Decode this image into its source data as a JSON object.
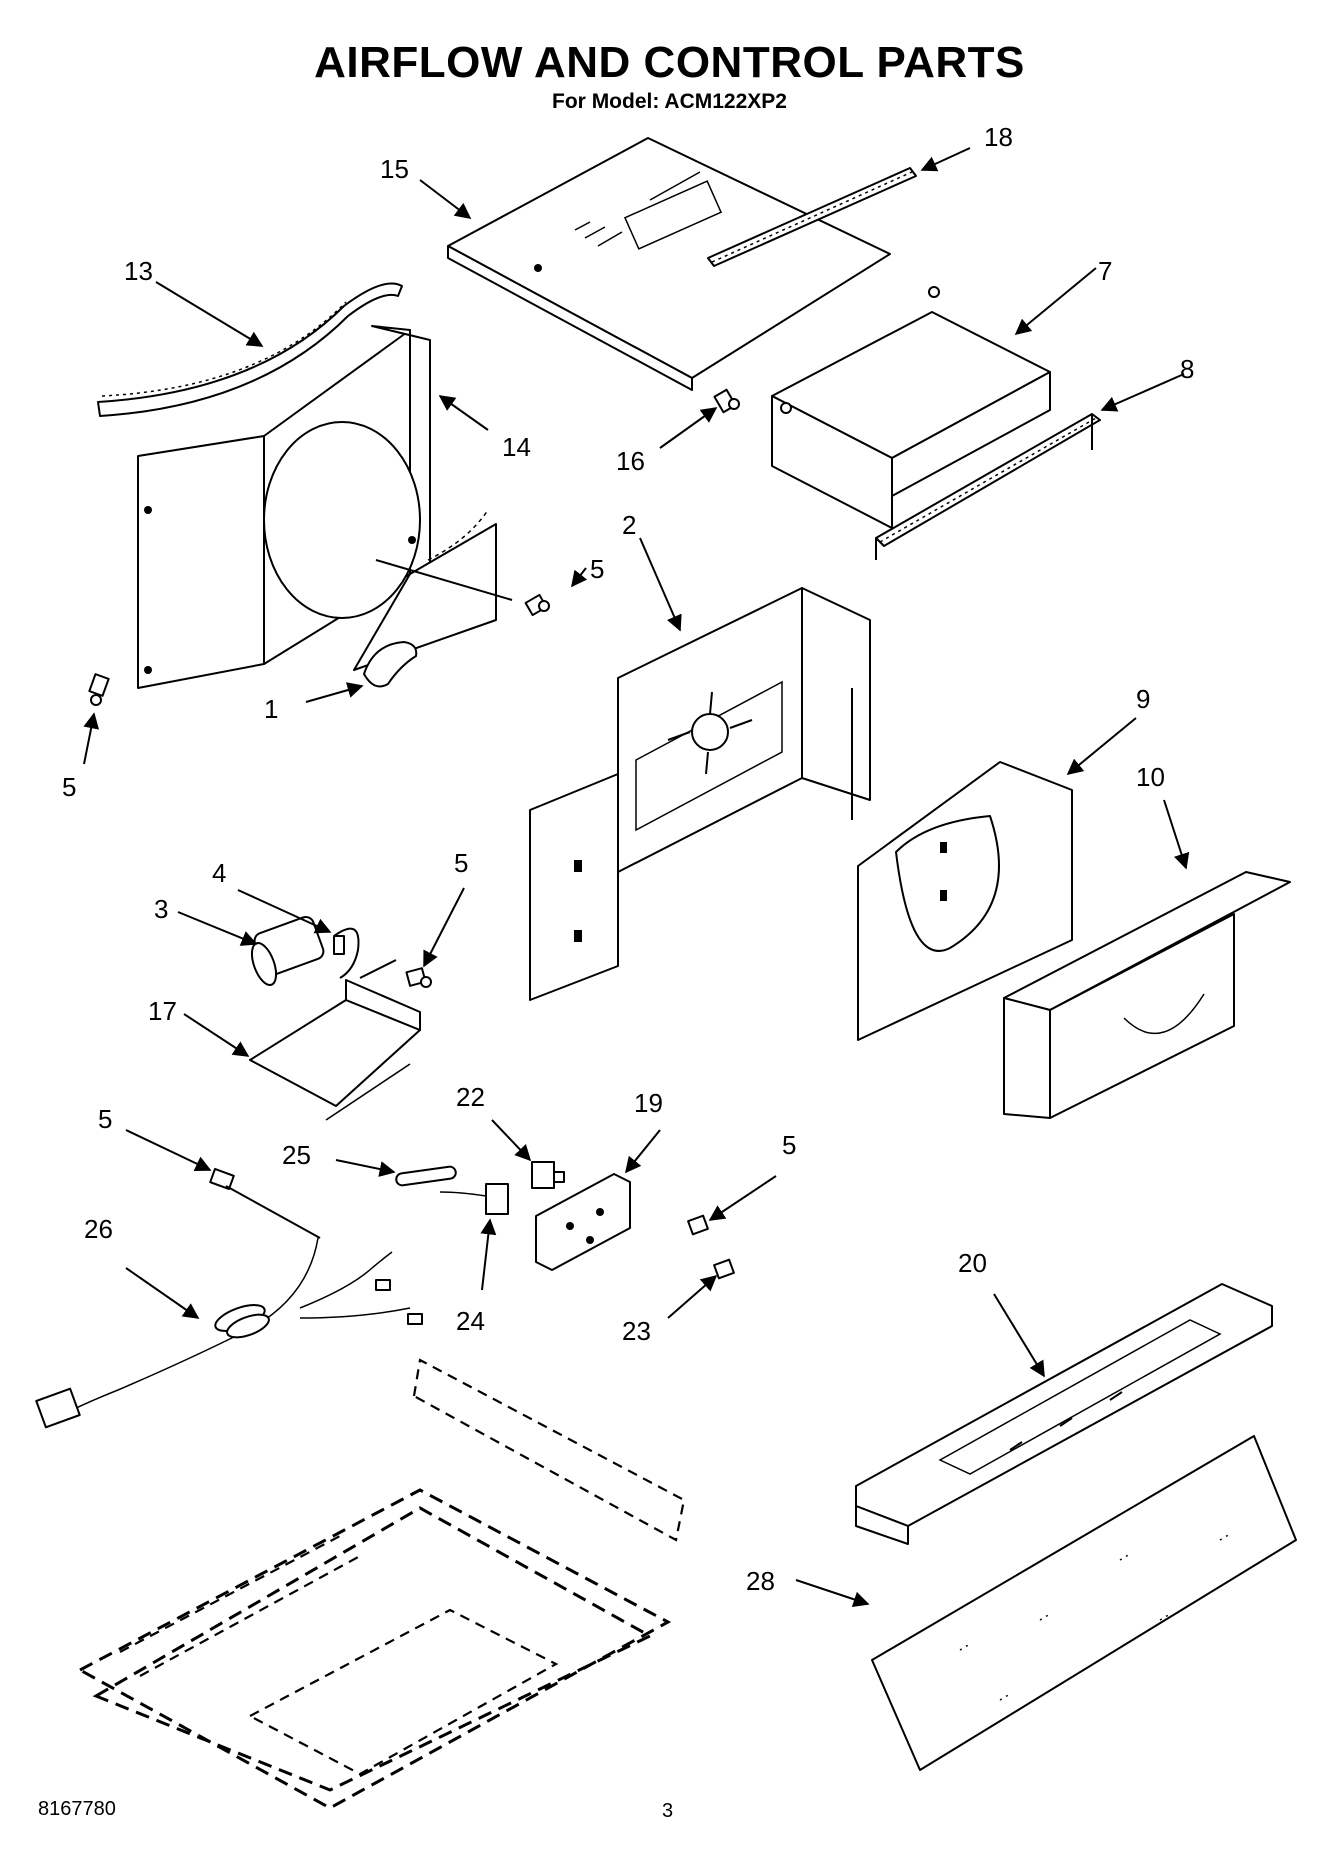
{
  "title": "AIRFLOW AND CONTROL PARTS",
  "subtitle": "For Model: ACM122XP2",
  "footer": {
    "doc_number": "8167780",
    "page_number": "3"
  },
  "callouts": {
    "c1": "1",
    "c2": "2",
    "c3": "3",
    "c4": "4",
    "c5a": "5",
    "c5b": "5",
    "c5c": "5",
    "c5d": "5",
    "c5e": "5",
    "c7": "7",
    "c8": "8",
    "c9": "9",
    "c10": "10",
    "c13": "13",
    "c14": "14",
    "c15": "15",
    "c16": "16",
    "c17": "17",
    "c18": "18",
    "c19": "19",
    "c20": "20",
    "c22": "22",
    "c23": "23",
    "c24": "24",
    "c25": "25",
    "c26": "26",
    "c28": "28"
  }
}
